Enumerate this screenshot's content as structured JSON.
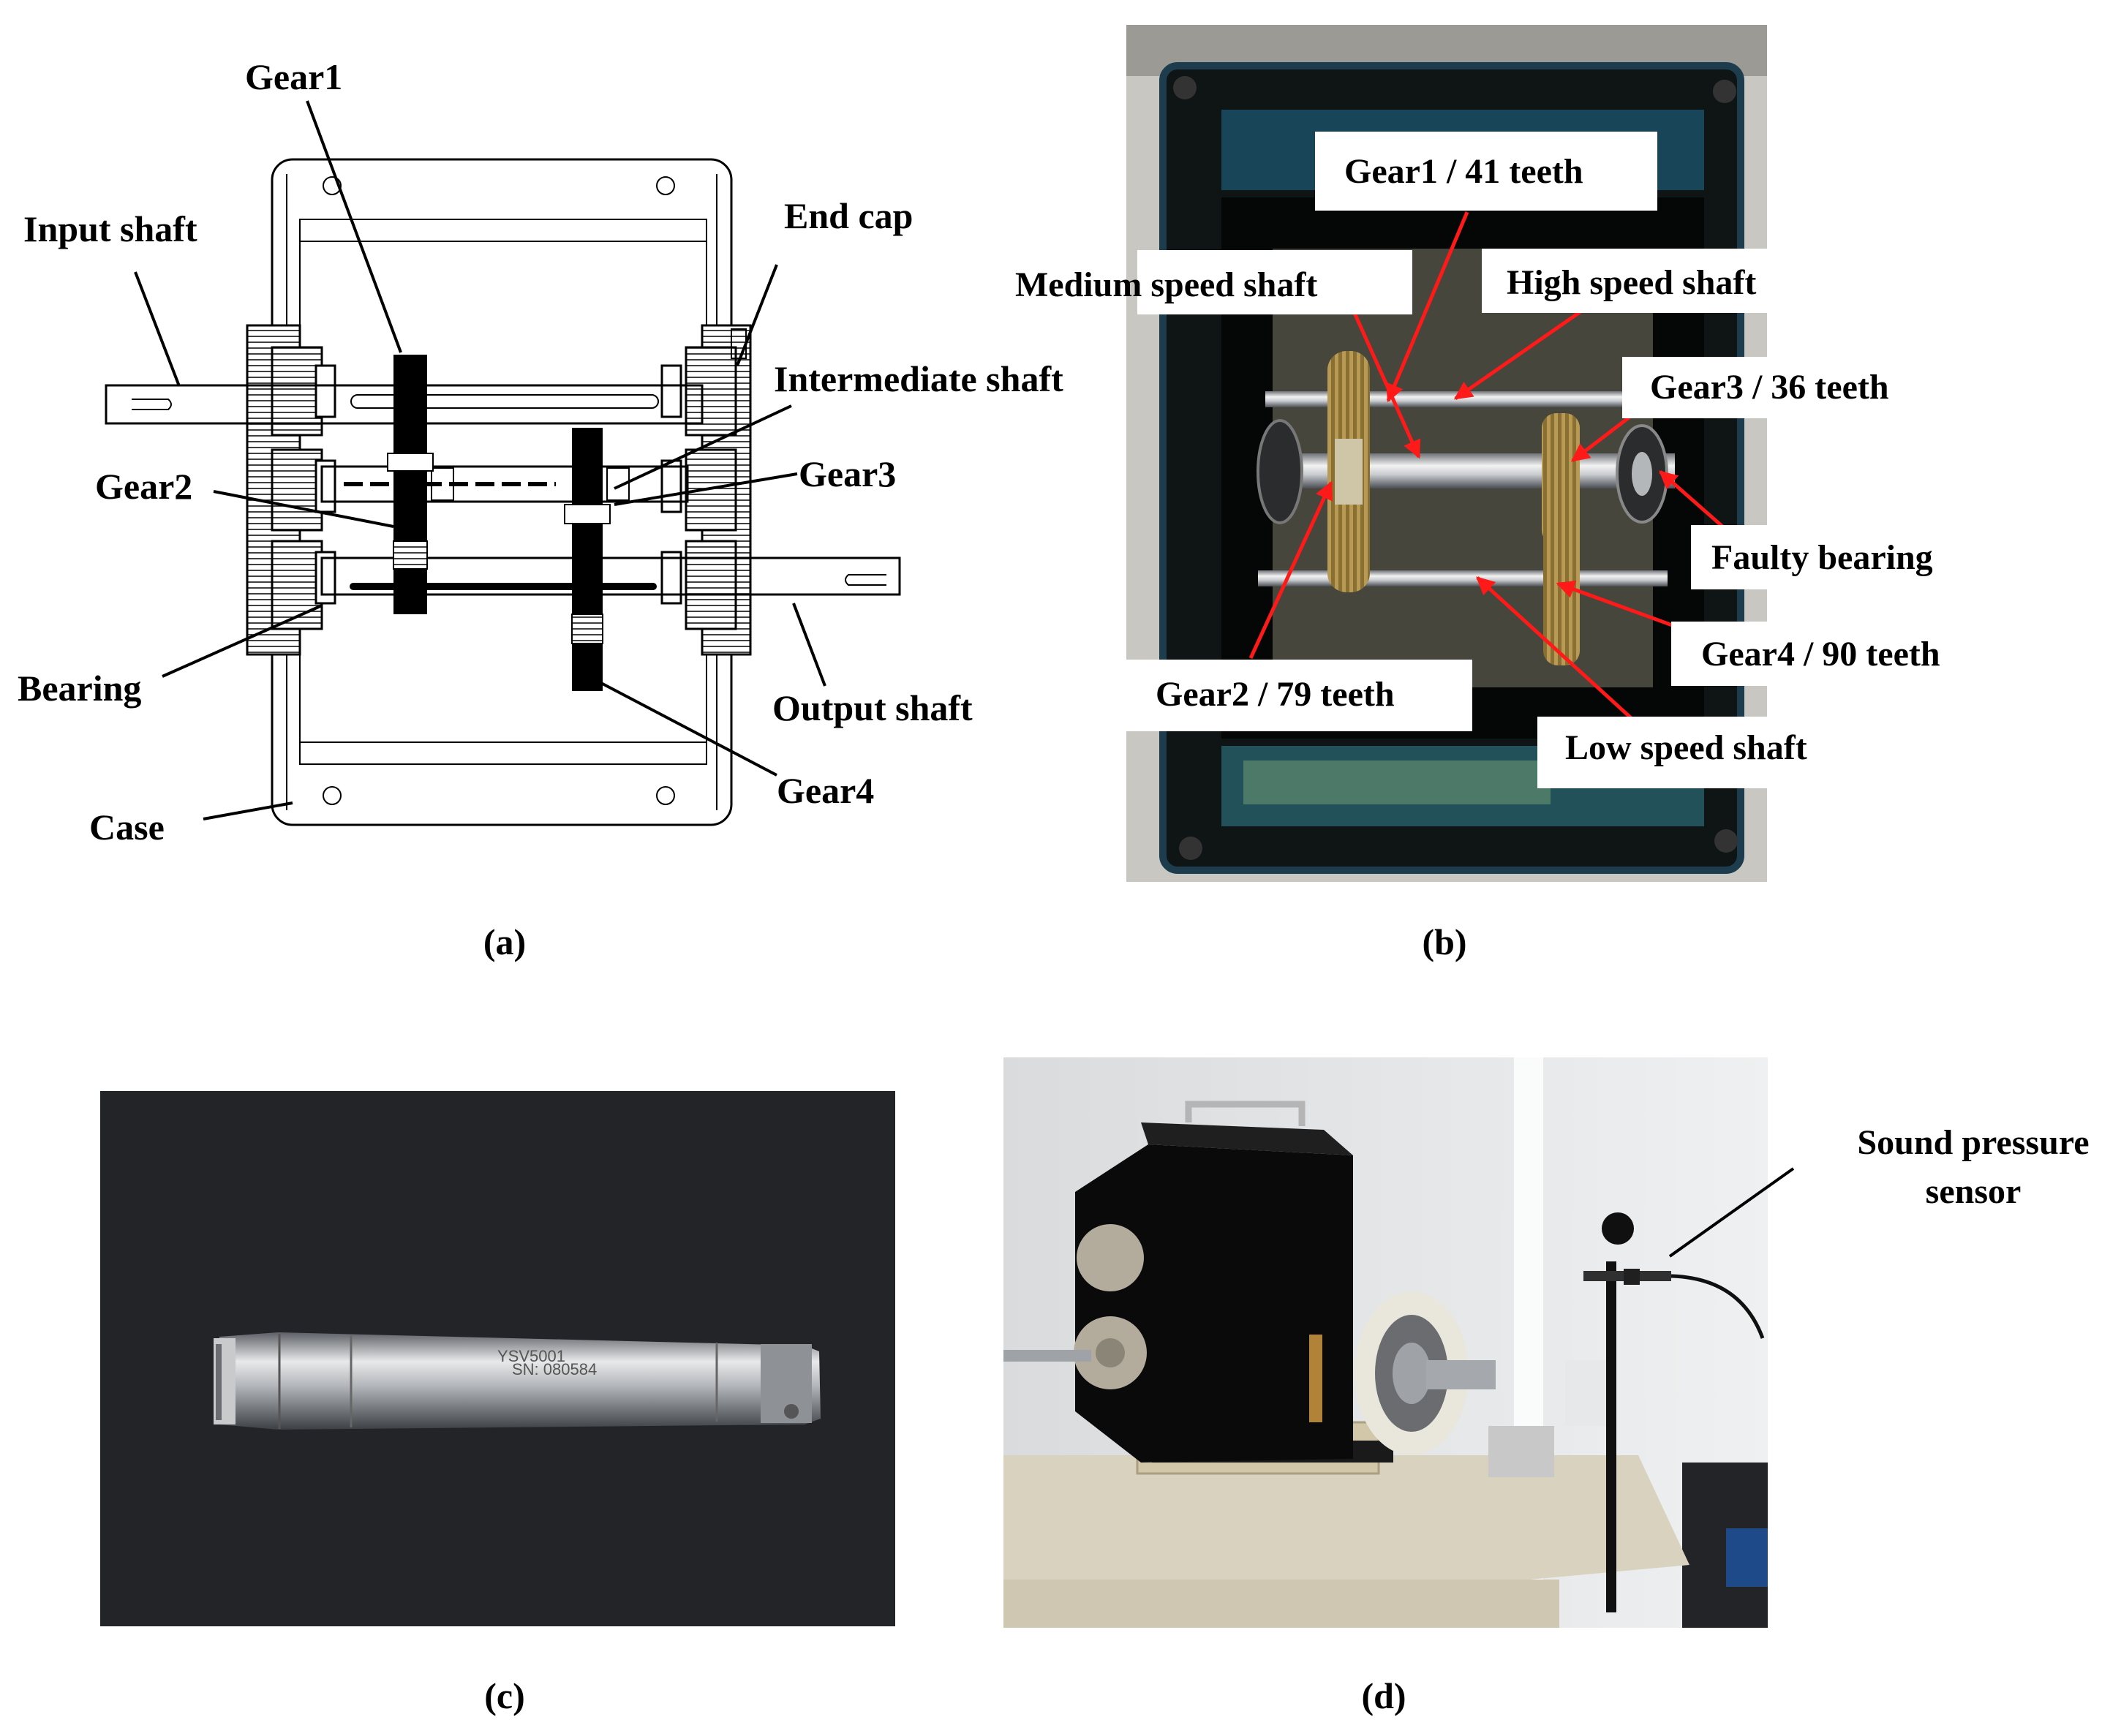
{
  "panel_a": {
    "labels": {
      "gear1": "Gear1",
      "input_shaft": "Input shaft",
      "end_cap": "End cap",
      "intermediate_shaft": "Intermediate shaft",
      "gear2": "Gear2",
      "gear3": "Gear3",
      "bearing": "Bearing",
      "output_shaft": "Output shaft",
      "gear4": "Gear4",
      "case": "Case"
    },
    "caption": "(a)"
  },
  "panel_b": {
    "labels": {
      "gear1": "Gear1 / 41 teeth",
      "medium_speed_shaft": "Medium speed shaft",
      "high_speed_shaft": "High speed shaft",
      "gear3": "Gear3 / 36 teeth",
      "faulty_bearing": "Faulty bearing",
      "gear4": "Gear4 / 90 teeth",
      "gear2": "Gear2 / 79 teeth",
      "low_speed_shaft": "Low speed shaft"
    },
    "caption": "(b)"
  },
  "panel_c": {
    "engraving_line1": "YSV5001",
    "engraving_line2": "SN: 080584",
    "caption": "(c)"
  },
  "panel_d": {
    "sensor_label_line1": "Sound pressure",
    "sensor_label_line2": "sensor",
    "caption": "(d)"
  },
  "colors": {
    "annotation_arrow": "#ff1a1a",
    "gearbox_body": "#0a0a0a",
    "brass_gear": "#b89a55"
  }
}
